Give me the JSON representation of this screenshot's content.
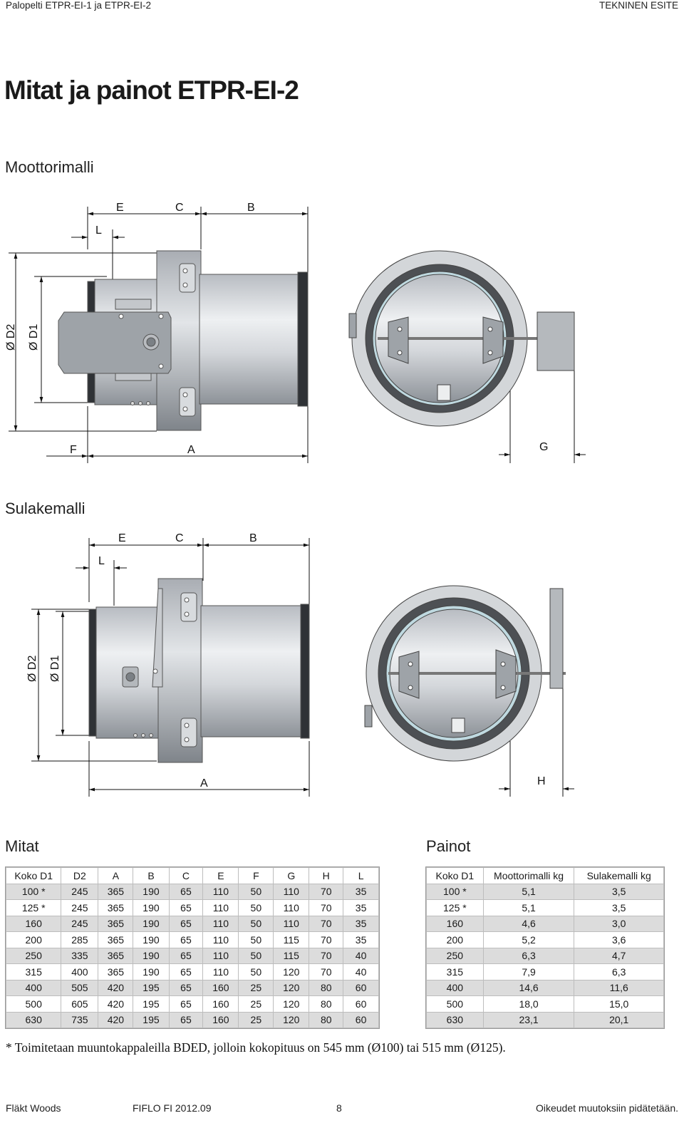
{
  "header": {
    "left": "Palopelti ETPR-EI-1 ja ETPR-EI-2",
    "right": "TEKNINEN ESITE"
  },
  "title": "Mitat ja painot ETPR-EI-2",
  "motor": {
    "heading": "Moottorimalli",
    "labels": {
      "E": "E",
      "C": "C",
      "B": "B",
      "L": "L",
      "D2": "Ø D2",
      "D1": "Ø D1",
      "F": "F",
      "A": "A",
      "G": "G"
    }
  },
  "fuse": {
    "heading": "Sulakemalli",
    "labels": {
      "E": "E",
      "C": "C",
      "B": "B",
      "L": "L",
      "D2": "Ø D2",
      "D1": "Ø D1",
      "A": "A",
      "H": "H"
    }
  },
  "dims": {
    "heading": "Mitat",
    "columns": [
      "Koko D1",
      "D2",
      "A",
      "B",
      "C",
      "E",
      "F",
      "G",
      "H",
      "L"
    ],
    "rows": [
      [
        "100 *",
        "245",
        "365",
        "190",
        "65",
        "110",
        "50",
        "110",
        "70",
        "35"
      ],
      [
        "125 *",
        "245",
        "365",
        "190",
        "65",
        "110",
        "50",
        "110",
        "70",
        "35"
      ],
      [
        "160",
        "245",
        "365",
        "190",
        "65",
        "110",
        "50",
        "110",
        "70",
        "35"
      ],
      [
        "200",
        "285",
        "365",
        "190",
        "65",
        "110",
        "50",
        "115",
        "70",
        "35"
      ],
      [
        "250",
        "335",
        "365",
        "190",
        "65",
        "110",
        "50",
        "115",
        "70",
        "40"
      ],
      [
        "315",
        "400",
        "365",
        "190",
        "65",
        "110",
        "50",
        "120",
        "70",
        "40"
      ],
      [
        "400",
        "505",
        "420",
        "195",
        "65",
        "160",
        "25",
        "120",
        "80",
        "60"
      ],
      [
        "500",
        "605",
        "420",
        "195",
        "65",
        "160",
        "25",
        "120",
        "80",
        "60"
      ],
      [
        "630",
        "735",
        "420",
        "195",
        "65",
        "160",
        "25",
        "120",
        "80",
        "60"
      ]
    ]
  },
  "weights": {
    "heading": "Painot",
    "columns": [
      "Koko D1",
      "Moottorimalli kg",
      "Sulakemalli kg"
    ],
    "rows": [
      [
        "100 *",
        "5,1",
        "3,5"
      ],
      [
        "125 *",
        "5,1",
        "3,5"
      ],
      [
        "160",
        "4,6",
        "3,0"
      ],
      [
        "200",
        "5,2",
        "3,6"
      ],
      [
        "250",
        "6,3",
        "4,7"
      ],
      [
        "315",
        "7,9",
        "6,3"
      ],
      [
        "400",
        "14,6",
        "11,6"
      ],
      [
        "500",
        "18,0",
        "15,0"
      ],
      [
        "630",
        "23,1",
        "20,1"
      ]
    ]
  },
  "footnote": "* Toimitetaan muuntokappaleilla BDED, jolloin kokopituus on 545 mm (Ø100) tai 515 mm (Ø125).",
  "footer": {
    "company": "Fläkt Woods",
    "code": "FIFLO FI 2012.09",
    "page": "8",
    "rights": "Oikeudet muutoksiin pidätetään."
  }
}
